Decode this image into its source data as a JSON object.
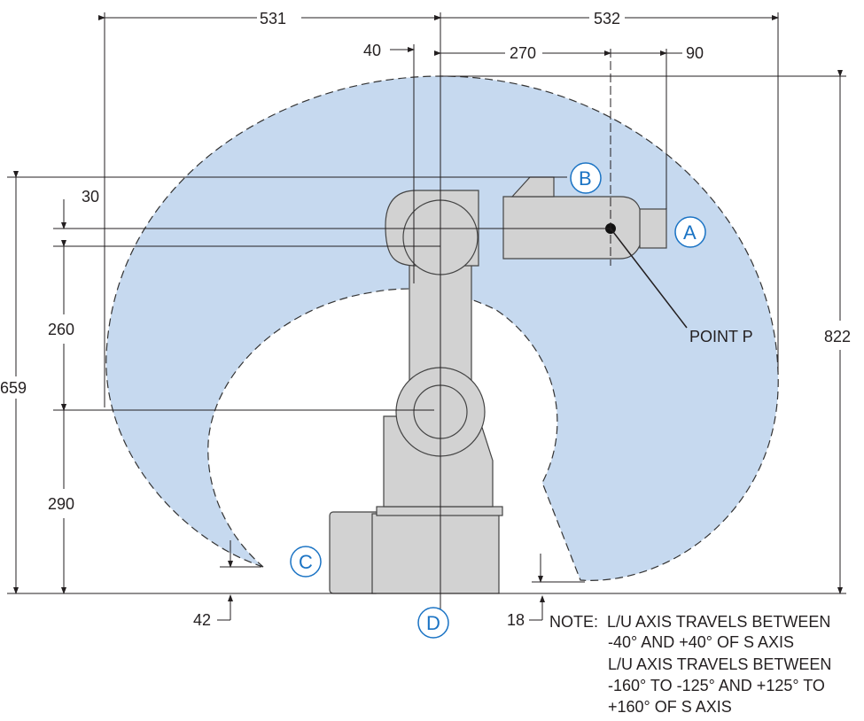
{
  "dimensions": {
    "top_left": "531",
    "top_right": "532",
    "offset_40": "40",
    "reach_270": "270",
    "flange_90": "90",
    "offset_30": "30",
    "arm_260": "260",
    "base_290": "290",
    "total_659": "659",
    "total_822": "822",
    "low_42": "42",
    "low_18": "18"
  },
  "labels": {
    "A": "A",
    "B": "B",
    "C": "C",
    "D": "D",
    "point_p": "POINT P"
  },
  "note": {
    "line1": "NOTE:  L/U AXIS TRAVELS BETWEEN",
    "line2": "-40° AND +40° OF S AXIS",
    "line3": "L/U AXIS TRAVELS BETWEEN",
    "line4": "-160° TO -125° AND +125° TO",
    "line5": "+160° OF S AXIS"
  },
  "colors": {
    "envelope": "#c6d9ef",
    "robot": "#d2d2d2",
    "label": "#1a73c4"
  }
}
